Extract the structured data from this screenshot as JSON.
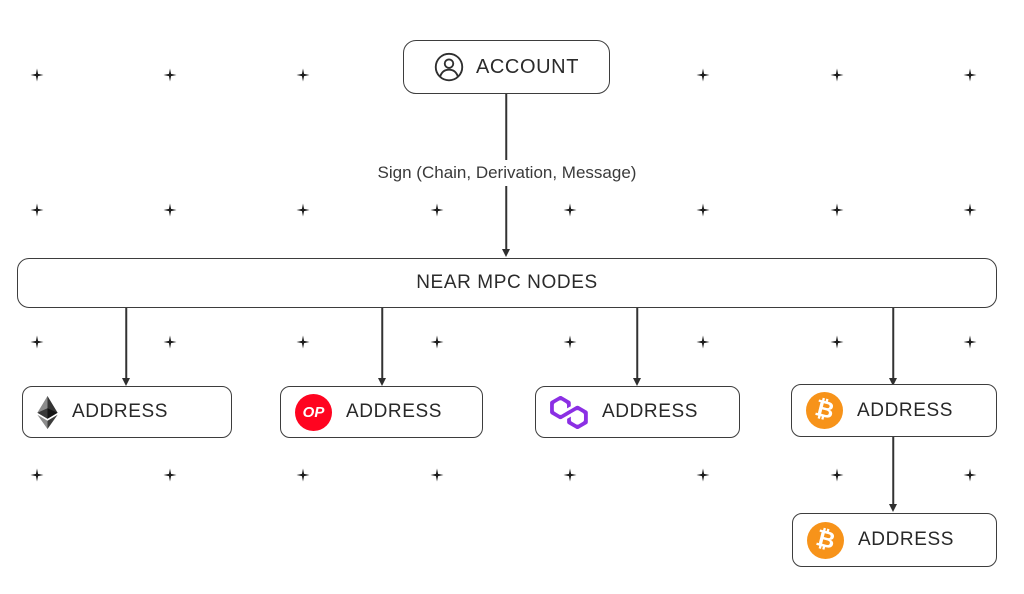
{
  "diagram": {
    "account": {
      "label": "ACCOUNT"
    },
    "sign_edge_label": "Sign (Chain, Derivation, Message)",
    "mpc": {
      "label": "NEAR MPC NODES"
    },
    "addresses": [
      {
        "chain": "ethereum",
        "label": "ADDRESS"
      },
      {
        "chain": "optimism",
        "label": "ADDRESS",
        "badge_text": "OP"
      },
      {
        "chain": "polygon",
        "label": "ADDRESS"
      },
      {
        "chain": "bitcoin",
        "label": "ADDRESS",
        "badge_text": "₿"
      },
      {
        "chain": "bitcoin-derived",
        "label": "ADDRESS",
        "badge_text": "₿"
      }
    ]
  },
  "icons": {
    "account": "user-circle-icon",
    "ethereum": "ethereum-diamond-icon",
    "optimism": "op-red-circle-icon",
    "polygon": "polygon-hexagons-icon",
    "bitcoin": "bitcoin-orange-circle-icon",
    "background": "plus-sparkle-icon"
  },
  "colors": {
    "background": "#ffffff",
    "line": "#333333",
    "box_border": "#3d3d3d",
    "text": "#2b2b2b",
    "optimism_red": "#FF0420",
    "bitcoin_orange": "#F7931A",
    "polygon_purple": "#8B2FE4",
    "ethereum_dark": "#343434",
    "ethereum_light": "#8C8C8C"
  },
  "decor_grid": {
    "cols": [
      37,
      170,
      303,
      437,
      570,
      703,
      837,
      970
    ],
    "rows": [
      75,
      210,
      342,
      475
    ]
  }
}
